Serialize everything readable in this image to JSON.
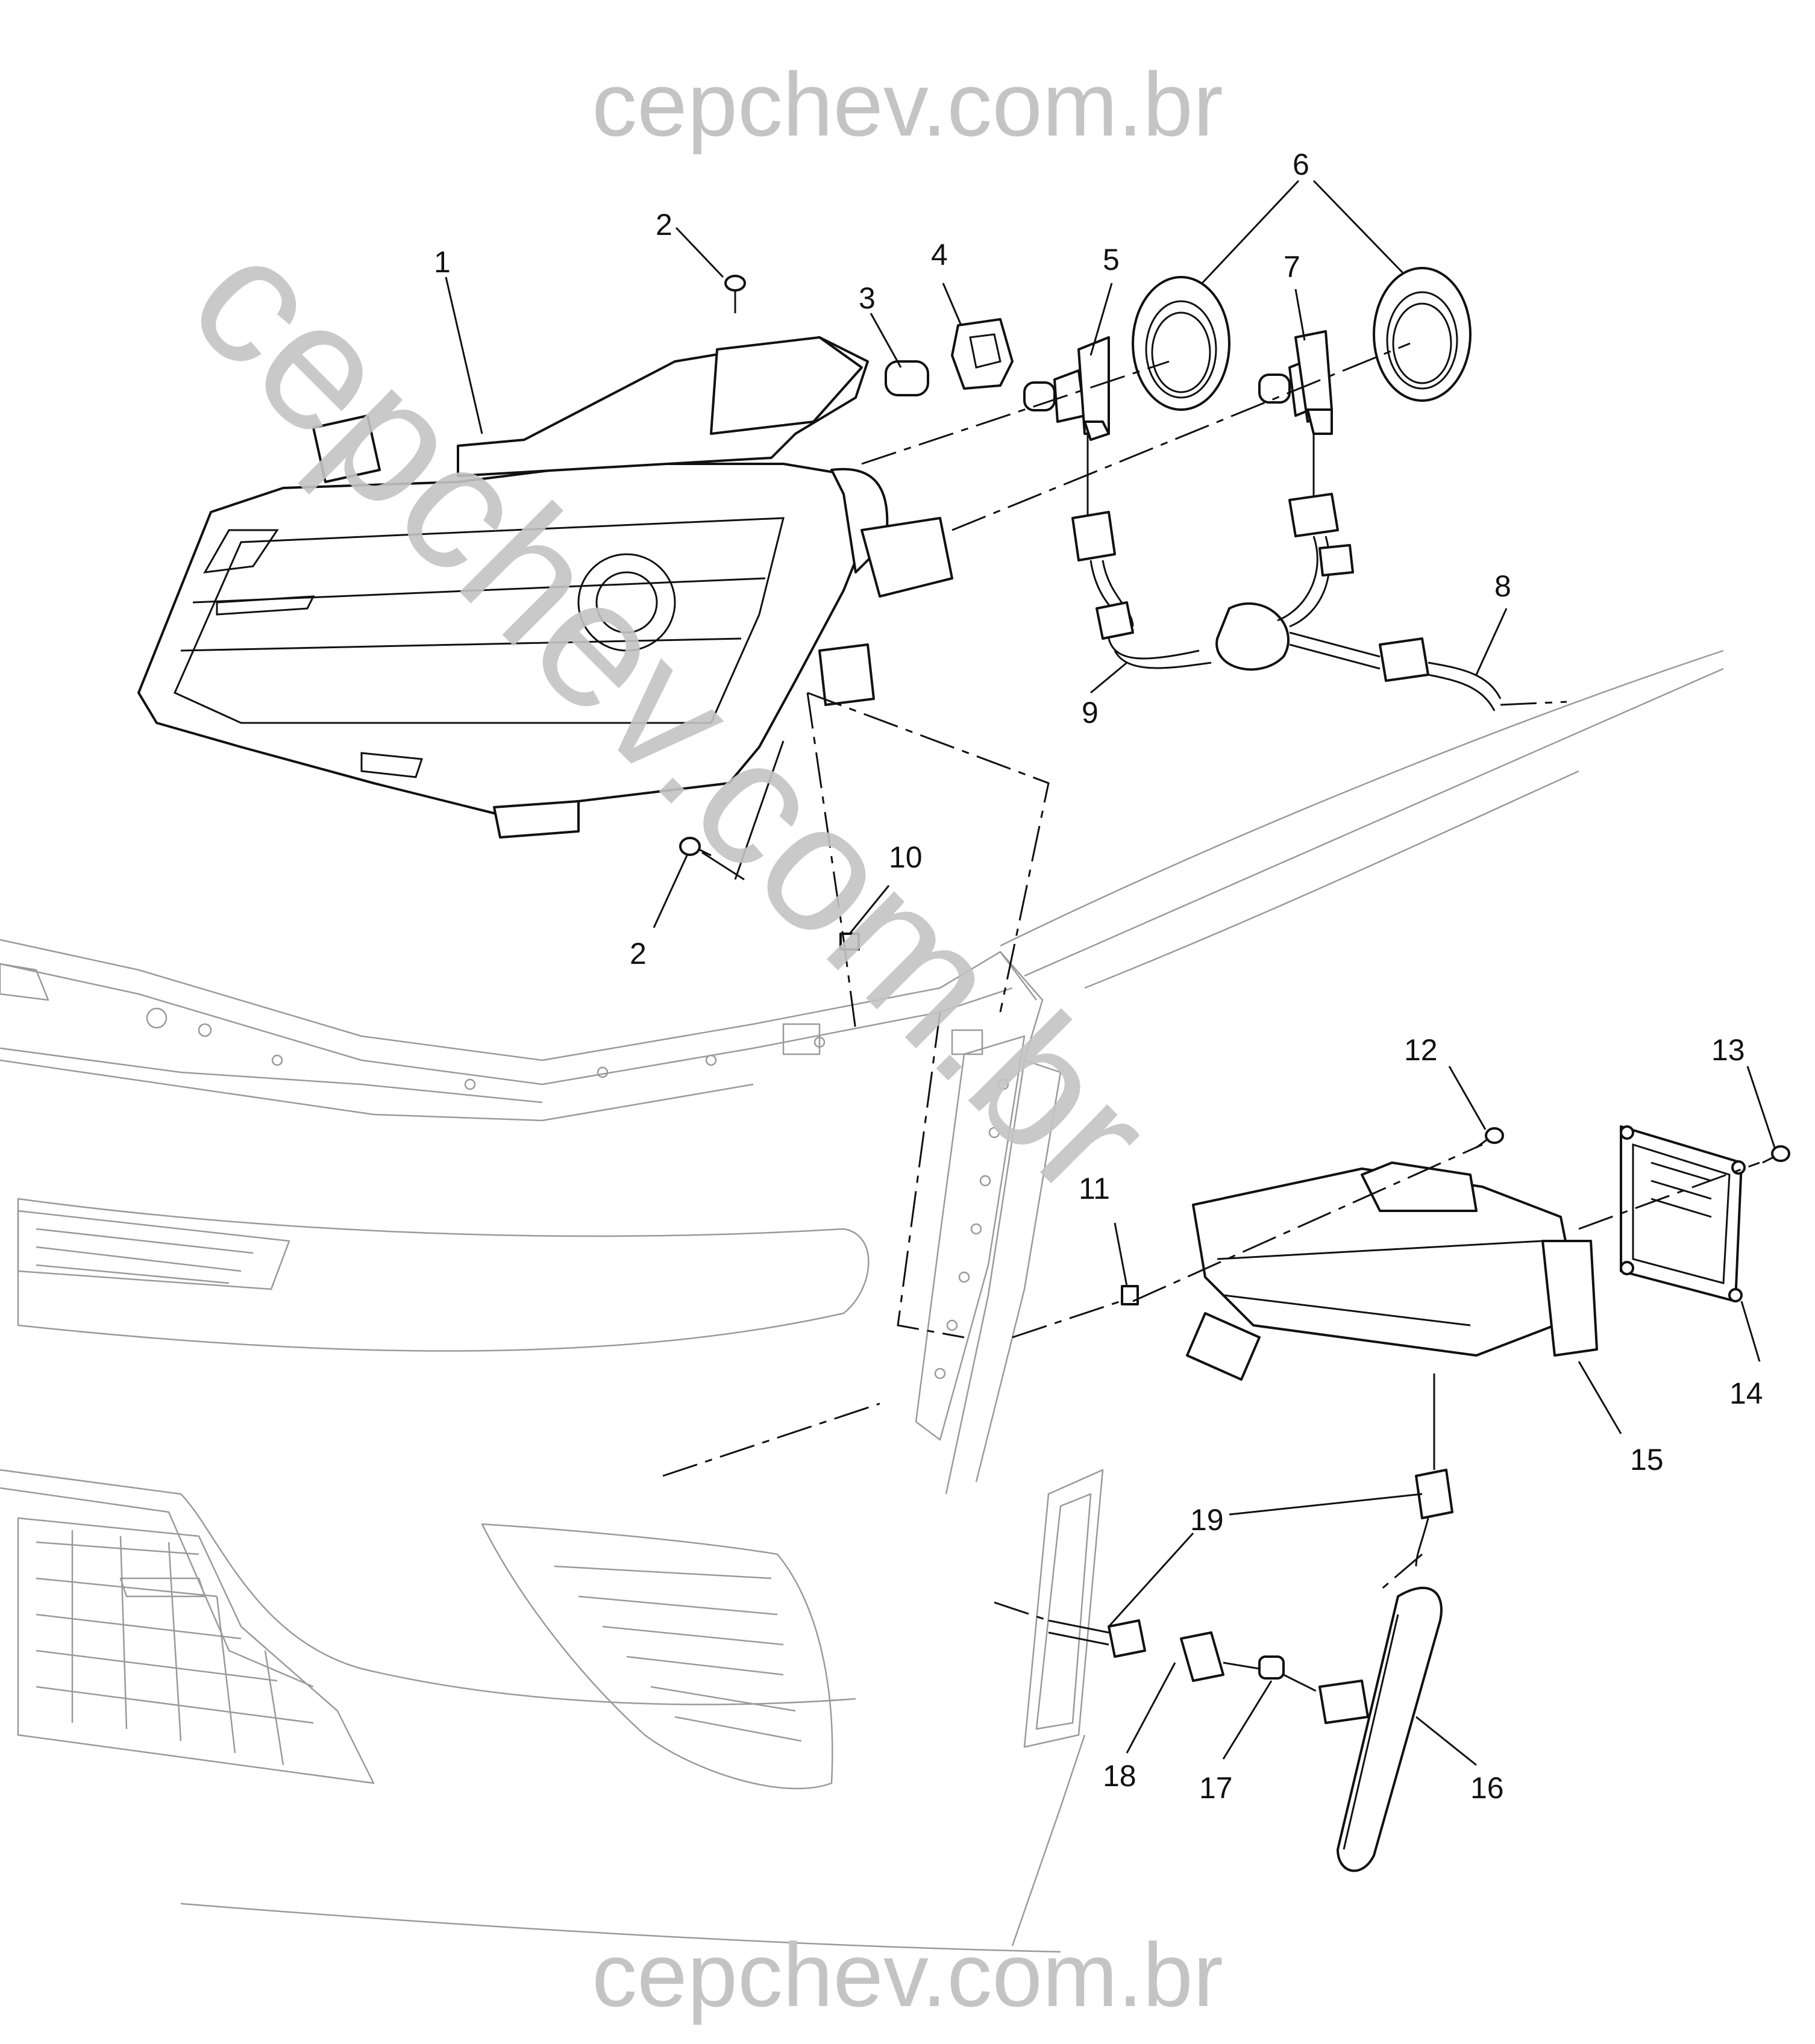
{
  "watermark": {
    "top_text": "cepchev.com.br",
    "bottom_text": "cepchev.com.br",
    "diagonal_text": "cepchev.com.br",
    "color": "#c4c4c4"
  },
  "callouts": [
    {
      "id": "c1",
      "label": "1"
    },
    {
      "id": "c2a",
      "label": "2"
    },
    {
      "id": "c2b",
      "label": "2"
    },
    {
      "id": "c3",
      "label": "3"
    },
    {
      "id": "c4",
      "label": "4"
    },
    {
      "id": "c5",
      "label": "5"
    },
    {
      "id": "c6",
      "label": "6"
    },
    {
      "id": "c7",
      "label": "7"
    },
    {
      "id": "c8",
      "label": "8"
    },
    {
      "id": "c9",
      "label": "9"
    },
    {
      "id": "c10",
      "label": "10"
    },
    {
      "id": "c11",
      "label": "11"
    },
    {
      "id": "c12",
      "label": "12"
    },
    {
      "id": "c13",
      "label": "13"
    },
    {
      "id": "c14",
      "label": "14"
    },
    {
      "id": "c15",
      "label": "15"
    },
    {
      "id": "c16",
      "label": "16"
    },
    {
      "id": "c17",
      "label": "17"
    },
    {
      "id": "c18",
      "label": "18"
    },
    {
      "id": "c19",
      "label": "19"
    }
  ],
  "colors": {
    "line_art": "#111111",
    "body_outline": "#9a9a9a",
    "background": "#ffffff"
  }
}
